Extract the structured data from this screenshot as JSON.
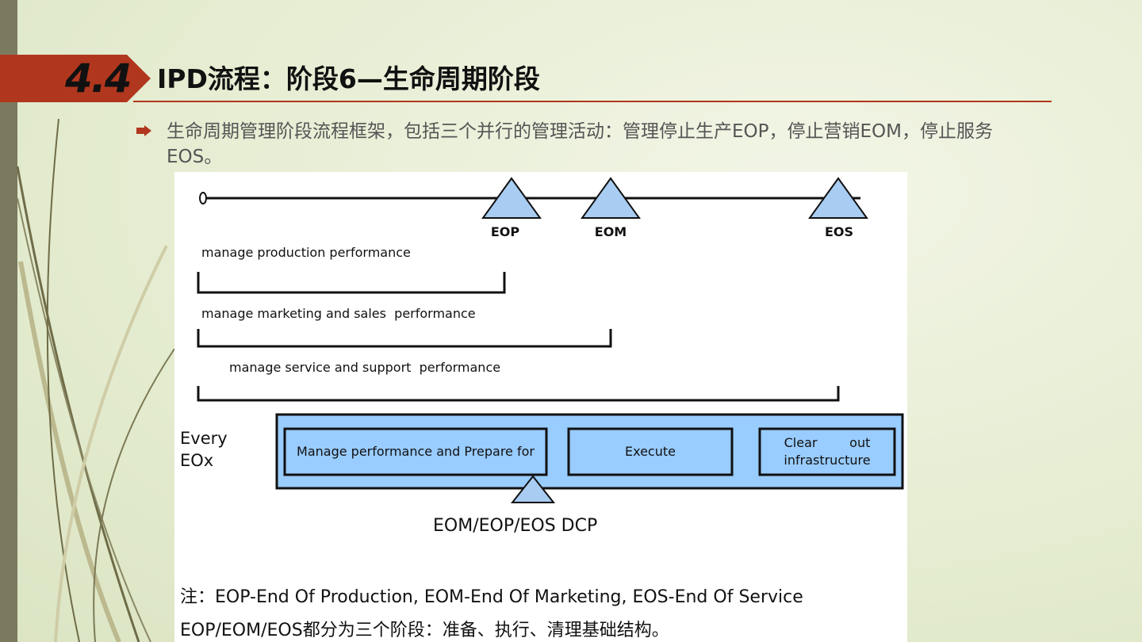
{
  "slide": {
    "number": "4.4",
    "title": "IPD流程：阶段6—生命周期阶段",
    "bullet": "生命周期管理阶段流程框架，包括三个并行的管理活动：管理停止生产EOP，停止营销EOM，停止服务EOS。"
  },
  "diagram": {
    "milestones": [
      "EOP",
      "EOM",
      "EOS"
    ],
    "activities": [
      "manage production performance",
      "manage marketing and sales  performance",
      "manage service and support  performance"
    ],
    "every_label_1": "Every",
    "every_label_2": "EOx",
    "steps": [
      "Manage performance and Prepare for",
      "Execute",
      "Clear        out infrastructure"
    ],
    "dcp_label": "EOM/EOP/EOS DCP",
    "note_prefix": "注：",
    "note_line1": "EOP-End Of Production, EOM-End Of Marketing, EOS-End Of Service",
    "note_line2": "EOP/EOM/EOS都分为三个阶段：准备、执行、清理基础结构。"
  },
  "colors": {
    "accent": "#b0371e",
    "box_fill": "#99ccff",
    "triangle_fill": "#a9cdf2"
  }
}
